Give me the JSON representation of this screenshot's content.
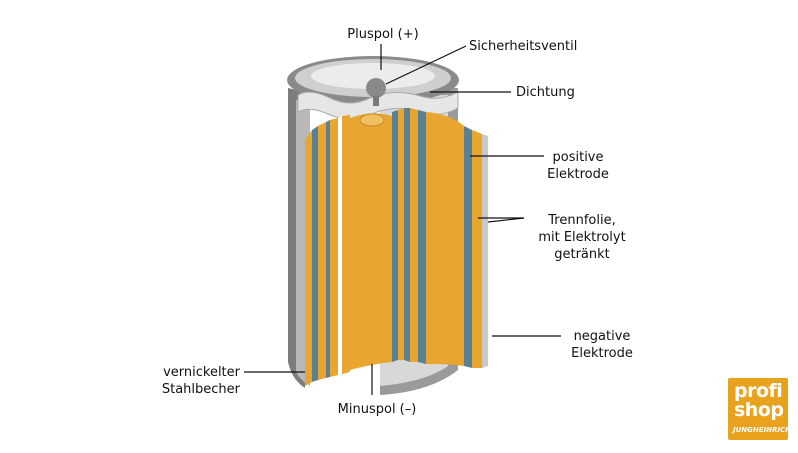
{
  "labels": {
    "pluspol": "Pluspol (+)",
    "sicherheitsventil": "Sicherheitsventil",
    "dichtung": "Dichtung",
    "positive_elektrode": "positive\nElektrode",
    "trennfolie": "Trennfolie,\nmit Elektrolyt\ngetränkt",
    "negative_elektrode": "negative\nElektrode",
    "stahlbecher": "vernickelter\nStahlbecher",
    "minuspol": "Minuspol (–)"
  },
  "logo": {
    "line1": "profi",
    "line2": "shop",
    "line3": "JUNGHEINRICH"
  },
  "colors": {
    "electrode_orange": "#e8a530",
    "separator_blue": "#5b7f93",
    "steel_gray": "#8e8e8e",
    "seal_light": "#dcdcdc",
    "brand": "#e8a21e"
  }
}
